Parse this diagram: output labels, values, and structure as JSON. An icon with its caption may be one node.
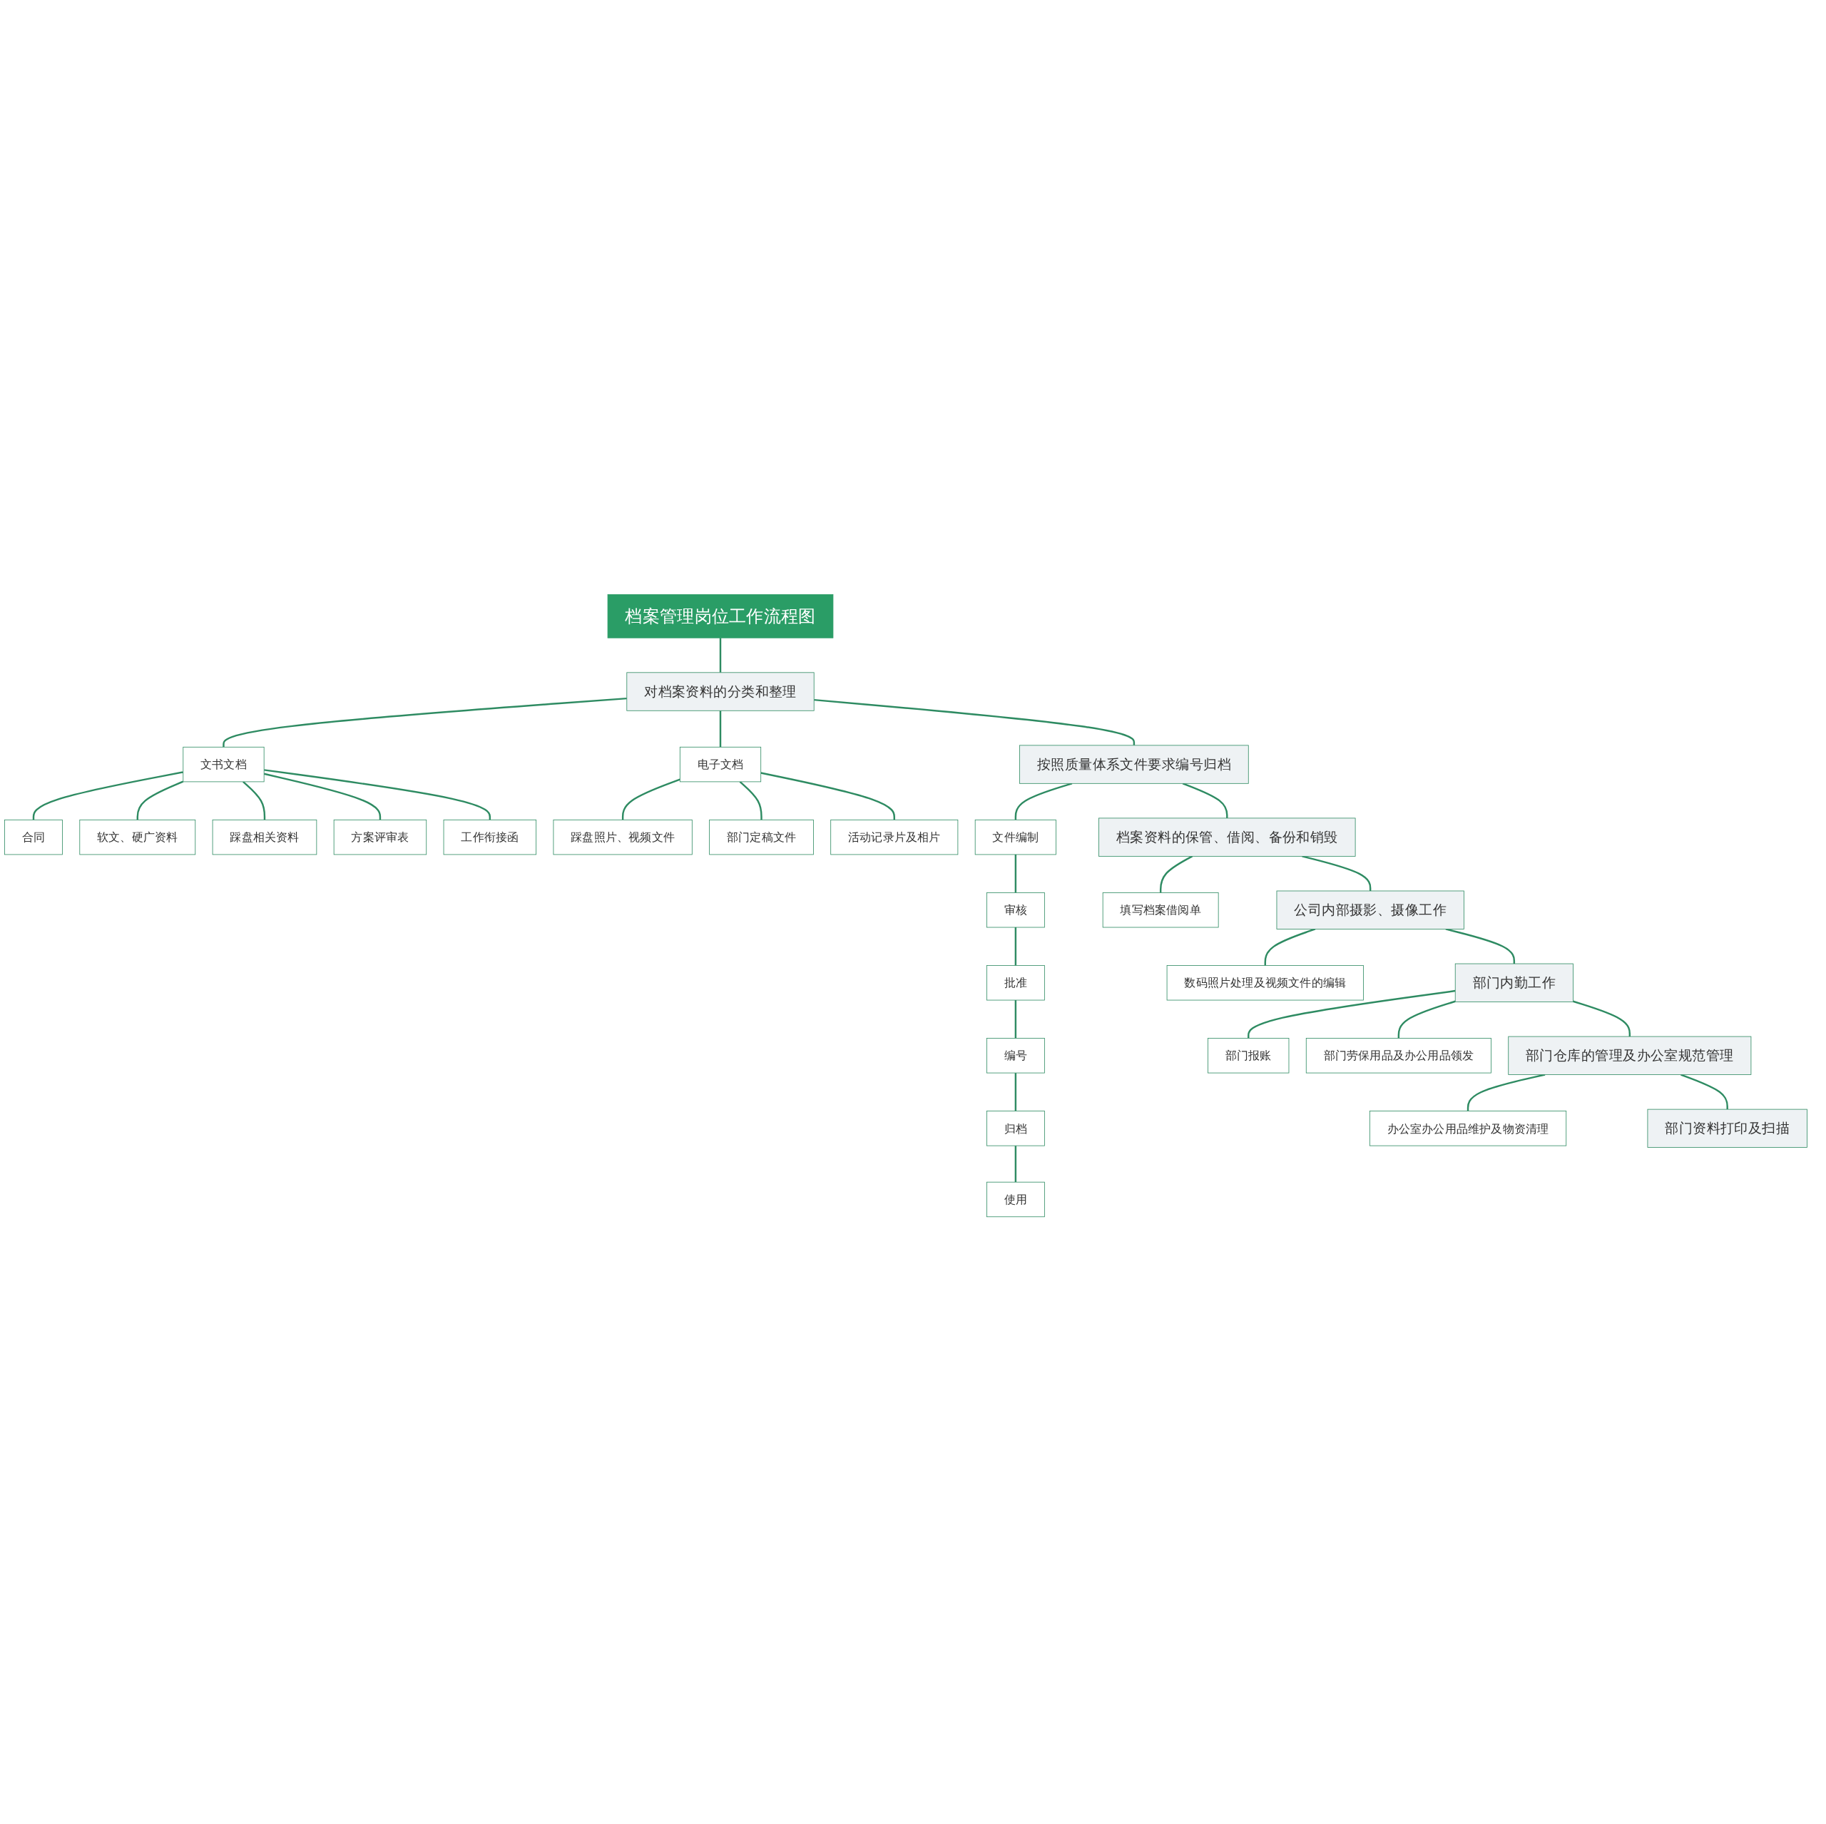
{
  "diagram": {
    "nodes": [
      {
        "text": [
          "档案管理岗位工作流程图"
        ]
      },
      {
        "text": [
          "对档案资料的分类和整理"
        ]
      },
      {
        "text": [
          "文书文档"
        ]
      },
      {
        "text": [
          "合同"
        ]
      },
      {
        "text": [
          "软文、硬广资料"
        ]
      },
      {
        "text": [
          "踩盘相关资料"
        ]
      },
      {
        "text": [
          "方案评审表"
        ]
      },
      {
        "text": [
          "工作衔接函"
        ]
      },
      {
        "text": [
          "电子文档"
        ]
      },
      {
        "text": [
          "踩盘照片、视频文件"
        ]
      },
      {
        "text": [
          "部门定稿文件"
        ]
      },
      {
        "text": [
          "活动记录片及相片"
        ]
      },
      {
        "text": [
          "按照质量体系文件要求编号归档"
        ]
      },
      {
        "text": [
          "文件编制"
        ]
      },
      {
        "text": [
          "审核"
        ]
      },
      {
        "text": [
          "批准"
        ]
      },
      {
        "text": [
          "编号"
        ]
      },
      {
        "text": [
          "归档"
        ]
      },
      {
        "text": [
          "使用"
        ]
      },
      {
        "text": [
          "档案资料的保管、借阅、备份和销毁"
        ]
      },
      {
        "text": [
          "填写档案借阅单"
        ]
      },
      {
        "text": [
          "公司内部摄影、摄像工作"
        ]
      },
      {
        "text": [
          "数码照片处理及视频文件的编辑"
        ]
      },
      {
        "text": [
          "部门内勤工作"
        ]
      },
      {
        "text": [
          "部门报账"
        ]
      },
      {
        "text": [
          "部门劳保用品及办公用品领发"
        ]
      },
      {
        "text": [
          "部门仓库的管理及办公室规范管理"
        ]
      },
      {
        "text": [
          "办公室办公用品维护及物资清理"
        ]
      },
      {
        "text": [
          "部门资料打印及扫描"
        ]
      }
    ],
    "edges": [
      {
        "from": 0,
        "to": 1,
        "arrow": "none"
      },
      {
        "from": 1,
        "to": 2,
        "arrow": "none"
      },
      {
        "from": 2,
        "to": 3,
        "arrow": "none"
      },
      {
        "from": 2,
        "to": 4,
        "arrow": "none"
      },
      {
        "from": 2,
        "to": 5,
        "arrow": "none"
      },
      {
        "from": 2,
        "to": 6,
        "arrow": "none"
      },
      {
        "from": 2,
        "to": 7,
        "arrow": "none"
      },
      {
        "from": 1,
        "to": 8,
        "arrow": "none"
      },
      {
        "from": 8,
        "to": 9,
        "arrow": "none"
      },
      {
        "from": 8,
        "to": 10,
        "arrow": "none"
      },
      {
        "from": 8,
        "to": 11,
        "arrow": "none"
      },
      {
        "from": 1,
        "to": 12,
        "arrow": "none"
      },
      {
        "from": 12,
        "to": 13,
        "arrow": "none"
      },
      {
        "from": 13,
        "to": 14,
        "arrow": "none"
      },
      {
        "from": 14,
        "to": 15,
        "arrow": "none"
      },
      {
        "from": 15,
        "to": 16,
        "arrow": "none"
      },
      {
        "from": 16,
        "to": 17,
        "arrow": "none"
      },
      {
        "from": 17,
        "to": 18,
        "arrow": "none"
      },
      {
        "from": 12,
        "to": 19,
        "arrow": "none"
      },
      {
        "from": 19,
        "to": 20,
        "arrow": "none"
      },
      {
        "from": 19,
        "to": 21,
        "arrow": "none"
      },
      {
        "from": 21,
        "to": 22,
        "arrow": "none"
      },
      {
        "from": 21,
        "to": 23,
        "arrow": "none"
      },
      {
        "from": 23,
        "to": 24,
        "arrow": "none"
      },
      {
        "from": 23,
        "to": 25,
        "arrow": "none"
      },
      {
        "from": 23,
        "to": 26,
        "arrow": "none"
      },
      {
        "from": 26,
        "to": 27,
        "arrow": "none"
      },
      {
        "from": 26,
        "to": 28,
        "arrow": "none"
      }
    ]
  }
}
